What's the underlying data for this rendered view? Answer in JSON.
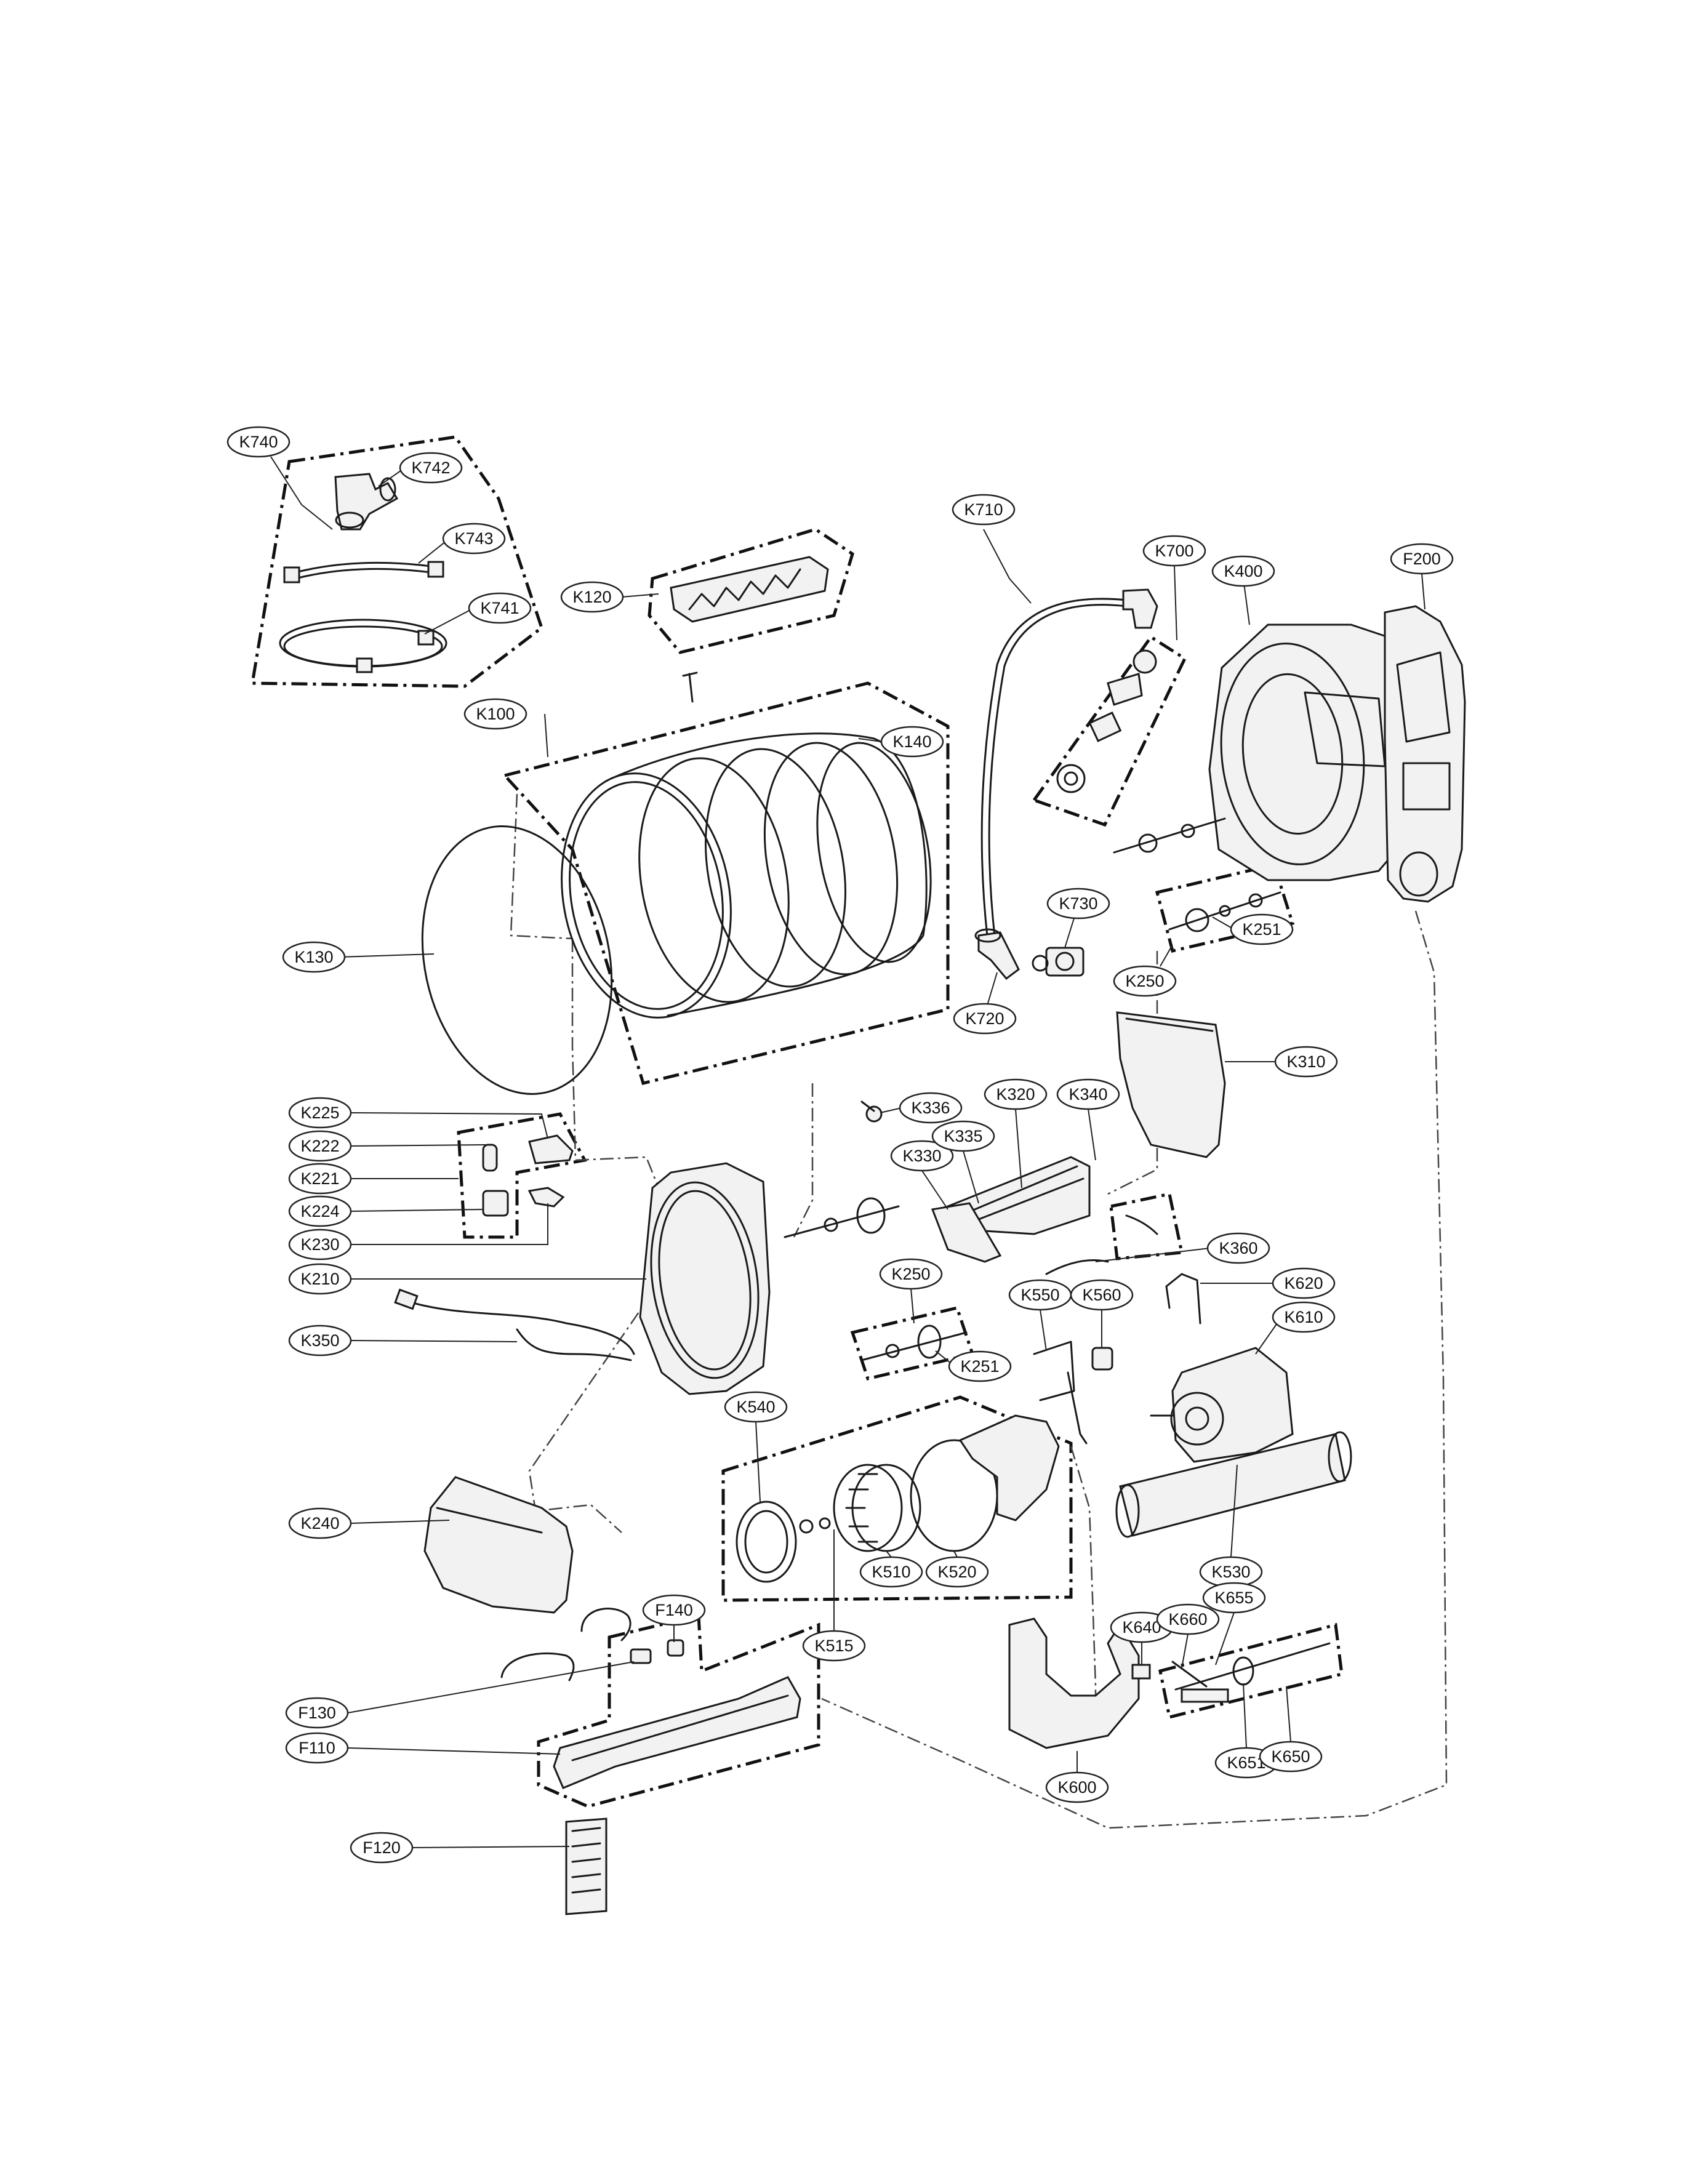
{
  "callouts": [
    {
      "id": "k740",
      "label": "K740"
    },
    {
      "id": "k742",
      "label": "K742"
    },
    {
      "id": "k743",
      "label": "K743"
    },
    {
      "id": "k741",
      "label": "K741"
    },
    {
      "id": "k120",
      "label": "K120"
    },
    {
      "id": "k100",
      "label": "K100"
    },
    {
      "id": "k140",
      "label": "K140"
    },
    {
      "id": "k130",
      "label": "K130"
    },
    {
      "id": "k710",
      "label": "K710"
    },
    {
      "id": "k700",
      "label": "K700"
    },
    {
      "id": "k400",
      "label": "K400"
    },
    {
      "id": "f200",
      "label": "F200"
    },
    {
      "id": "k730",
      "label": "K730"
    },
    {
      "id": "k720",
      "label": "K720"
    },
    {
      "id": "k250a",
      "label": "K250"
    },
    {
      "id": "k251a",
      "label": "K251"
    },
    {
      "id": "k310",
      "label": "K310"
    },
    {
      "id": "k225",
      "label": "K225"
    },
    {
      "id": "k222",
      "label": "K222"
    },
    {
      "id": "k221",
      "label": "K221"
    },
    {
      "id": "k224",
      "label": "K224"
    },
    {
      "id": "k230",
      "label": "K230"
    },
    {
      "id": "k210",
      "label": "K210"
    },
    {
      "id": "k350",
      "label": "K350"
    },
    {
      "id": "k336",
      "label": "K336"
    },
    {
      "id": "k320",
      "label": "K320"
    },
    {
      "id": "k340",
      "label": "K340"
    },
    {
      "id": "k330",
      "label": "K330"
    },
    {
      "id": "k335",
      "label": "K335"
    },
    {
      "id": "k360",
      "label": "K360"
    },
    {
      "id": "k250b",
      "label": "K250"
    },
    {
      "id": "k251b",
      "label": "K251"
    },
    {
      "id": "k550",
      "label": "K550"
    },
    {
      "id": "k560",
      "label": "K560"
    },
    {
      "id": "k620",
      "label": "K620"
    },
    {
      "id": "k610",
      "label": "K610"
    },
    {
      "id": "k540",
      "label": "K540"
    },
    {
      "id": "k240",
      "label": "K240"
    },
    {
      "id": "k510",
      "label": "K510"
    },
    {
      "id": "k520",
      "label": "K520"
    },
    {
      "id": "k530",
      "label": "K530"
    },
    {
      "id": "k515",
      "label": "K515"
    },
    {
      "id": "f140",
      "label": "F140"
    },
    {
      "id": "f130",
      "label": "F130"
    },
    {
      "id": "f110",
      "label": "F110"
    },
    {
      "id": "f120",
      "label": "F120"
    },
    {
      "id": "k640",
      "label": "K640"
    },
    {
      "id": "k660",
      "label": "K660"
    },
    {
      "id": "k655",
      "label": "K655"
    },
    {
      "id": "k600",
      "label": "K600"
    },
    {
      "id": "k651",
      "label": "K651"
    },
    {
      "id": "k650",
      "label": "K650"
    }
  ]
}
